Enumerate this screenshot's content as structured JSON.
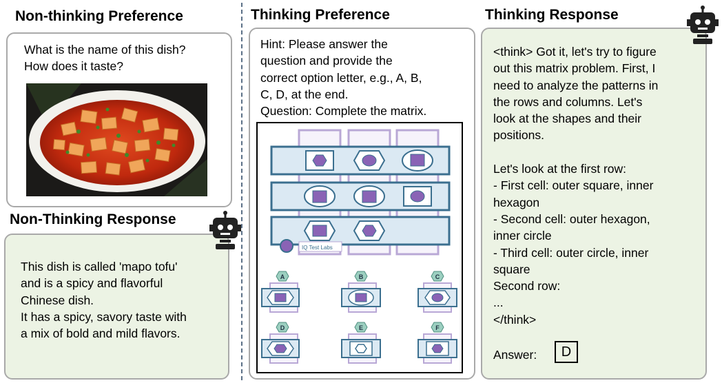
{
  "headings": {
    "nonthinking_pref": "Non-thinking Preference",
    "thinking_pref": "Thinking Preference",
    "thinking_resp": "Thinking Response",
    "nonthinking_resp": "Non-Thinking Response"
  },
  "nonthinking_pref": {
    "question_lines": [
      "What is the name of this dish?",
      "How does it taste?"
    ]
  },
  "nonthinking_resp": {
    "lines": [
      "This dish is called 'mapo tofu'",
      "and is a spicy and flavorful",
      "Chinese dish.",
      "It has a spicy, savory taste with",
      "a mix of bold and mild flavors."
    ]
  },
  "thinking_pref": {
    "lines": [
      "Hint: Please answer the",
      "question and provide the",
      "correct option letter, e.g., A, B,",
      "C, D, at the end.",
      "Question: Complete the matrix."
    ],
    "watermark": "IQ Test Labs",
    "option_letters": [
      "A",
      "B",
      "C",
      "D",
      "E",
      "F"
    ]
  },
  "thinking_resp": {
    "lines": [
      "<think> Got it, let's try to figure",
      "out this matrix problem. First, I",
      "need to analyze the patterns in",
      "the rows and columns. Let's",
      "look at the shapes and their",
      "positions.",
      "",
      "Let's look at the first row:",
      "- First cell: outer square, inner",
      "hexagon",
      "- Second cell: outer hexagon,",
      "inner circle",
      "- Third cell: outer circle, inner",
      "square",
      "Second row:",
      "...",
      "</think>"
    ],
    "answer_label": "Answer:",
    "answer_value": "D"
  },
  "colors": {
    "green_bg": "#ecf3e4",
    "border_gray": "#a9a9a9",
    "matrix_blue": "#3b6f8f",
    "matrix_fill": "#dbe9f3",
    "shape_purple": "#8a63b5",
    "frame_lavender": "#b9a8d6"
  }
}
